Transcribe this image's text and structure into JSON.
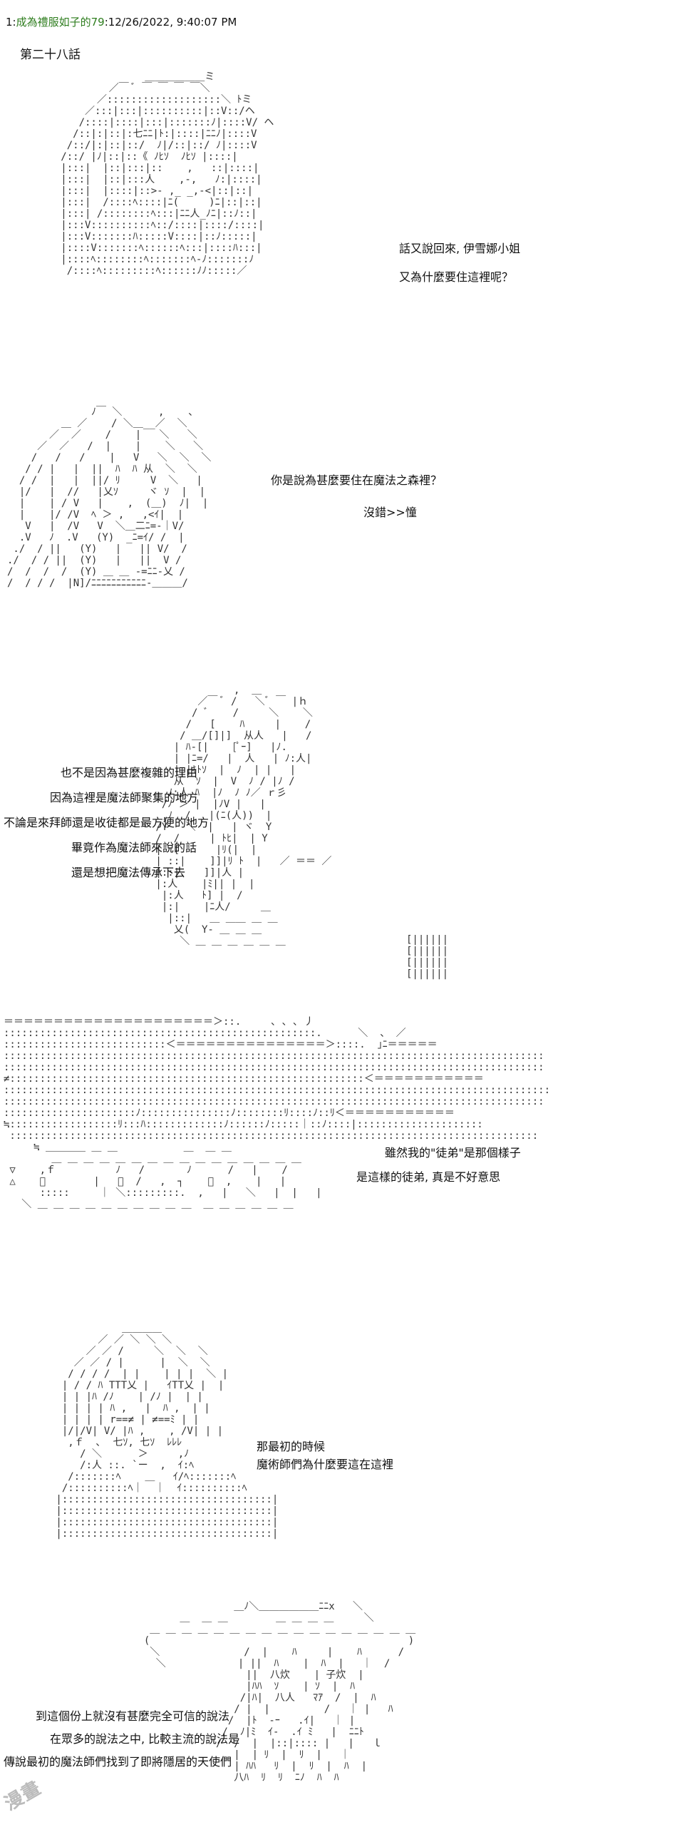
{
  "header": {
    "post_no": "1:",
    "author": "成為禮服如子的79",
    "date": ":12/26/2022, 9:40:07 PM"
  },
  "chapter_title": "第二十八話",
  "panels": [
    {
      "lines": [
        "話又說回來, 伊雪娜小姐",
        "又為什麼要住這裡呢？"
      ]
    },
    {
      "lines": [
        "你是說為甚麼要住在魔法之森裡？",
        "沒錯>>憧"
      ]
    },
    {
      "lines": [
        "也不是因為甚麼複雜的理由",
        "因為這裡是魔法師聚集的地方",
        "不論是來拜師還是收徒都是最方便的地方",
        "畢竟作為魔法師來說的話",
        "還是想把魔法傳承下去"
      ]
    },
    {
      "lines": [
        "雖然我的\"徒弟\"是那個樣子",
        "是這樣的徒弟, 真是不好意思"
      ]
    },
    {
      "lines": [
        "那最初的時候",
        "魔術師們為什麼要這在這裡"
      ]
    },
    {
      "lines": [
        "到這個份上就沒有甚麼完全可信的說法",
        "在眾多的說法之中, 比較主流的說法是",
        "傳說最初的魔法師們找到了即將隱居的天使們"
      ]
    }
  ],
  "watermark": "漫畫"
}
